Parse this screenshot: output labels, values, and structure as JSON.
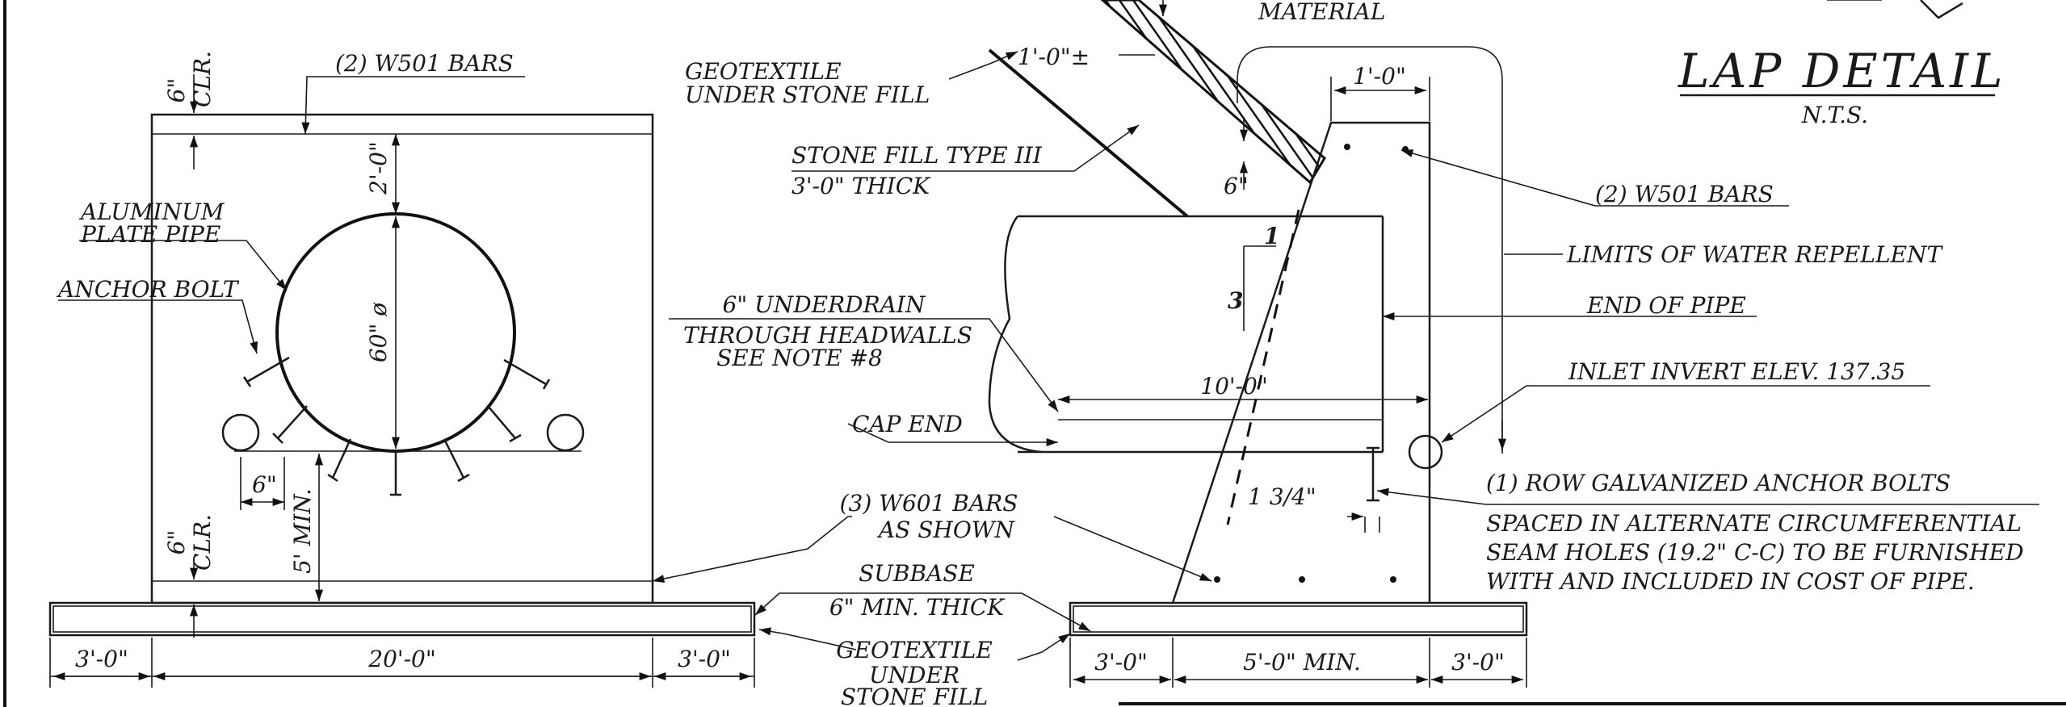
{
  "title": {
    "main": "LAP DETAIL",
    "scale": "N.T.S."
  },
  "left_section": {
    "clr_top": "6\"",
    "clr_top_label": "CLR.",
    "w501": "(2) W501 BARS",
    "dim_2ft": "2'-0\"",
    "pipe_label_1": "ALUMINUM",
    "pipe_label_2": "PLATE PIPE",
    "anchor_bolt": "ANCHOR BOLT",
    "diameter": "60\" ø",
    "dim_6": "6\"",
    "min_5": "5' MIN.",
    "clr_bot": "6\"",
    "clr_bot_label": "CLR.",
    "dim_left": "3'-0\"",
    "dim_center": "20'-0\"",
    "dim_right": "3'-0\""
  },
  "middle": {
    "geotextile_1": "GEOTEXTILE",
    "geotextile_2": "UNDER STONE FILL",
    "stone_fill_1": "STONE FILL TYPE III",
    "stone_fill_2": "3'-0\" THICK",
    "underdrain_1": "6\" UNDERDRAIN",
    "underdrain_2": "THROUGH HEADWALLS",
    "underdrain_3": "SEE NOTE #8",
    "cap_end": "CAP END",
    "w601_1": "(3) W601 BARS",
    "w601_2": "AS SHOWN",
    "subbase_1": "SUBBASE",
    "subbase_2": "6\" MIN. THICK",
    "geo_b1": "GEOTEXTILE",
    "geo_b2": "UNDER",
    "geo_b3": "STONE FILL"
  },
  "right_section": {
    "material": "MATERIAL",
    "dim_1ft_pm": "1'-0\"±",
    "dim_1ft": "1'-0\"",
    "dim_6": "6\"",
    "slope_1": "1",
    "slope_3": "3",
    "dim_10ft": "10'-0\"",
    "dim_134": "1 3/4\"",
    "dim_3a": "3'-0\"",
    "dim_5min": "5'-0\" MIN.",
    "dim_3b": "3'-0\""
  },
  "notes": {
    "w501": "(2) W501 BARS",
    "limits": "LIMITS OF WATER REPELLENT",
    "end_of_pipe": "END OF PIPE",
    "inlet": "INLET INVERT ELEV. 137.35",
    "anchor_1": "(1) ROW GALVANIZED ANCHOR BOLTS",
    "anchor_2": "SPACED IN ALTERNATE CIRCUMFERENTIAL",
    "anchor_3": "SEAM HOLES (19.2\" C-C) TO BE FURNISHED",
    "anchor_4": "WITH AND INCLUDED IN COST OF PIPE."
  }
}
